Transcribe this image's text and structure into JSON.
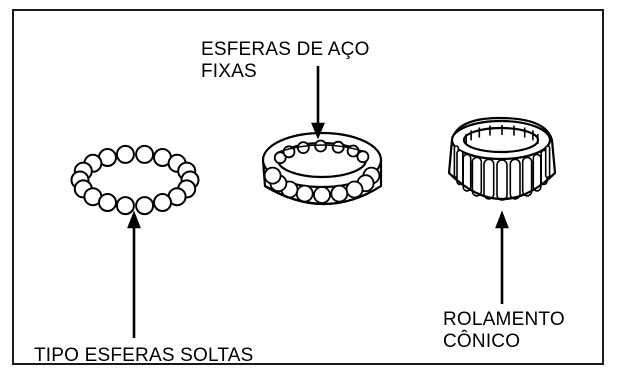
{
  "labels": {
    "fixed_balls": [
      "ESFERAS DE AÇO",
      "FIXAS"
    ],
    "tapered": [
      "ROLAMENTO",
      "CÔNICO"
    ],
    "loose_balls": "TIPO ESFERAS SOLTAS"
  },
  "colors": {
    "ink": "#000000",
    "frame": "#1a1a1a",
    "background": "#ffffff"
  }
}
